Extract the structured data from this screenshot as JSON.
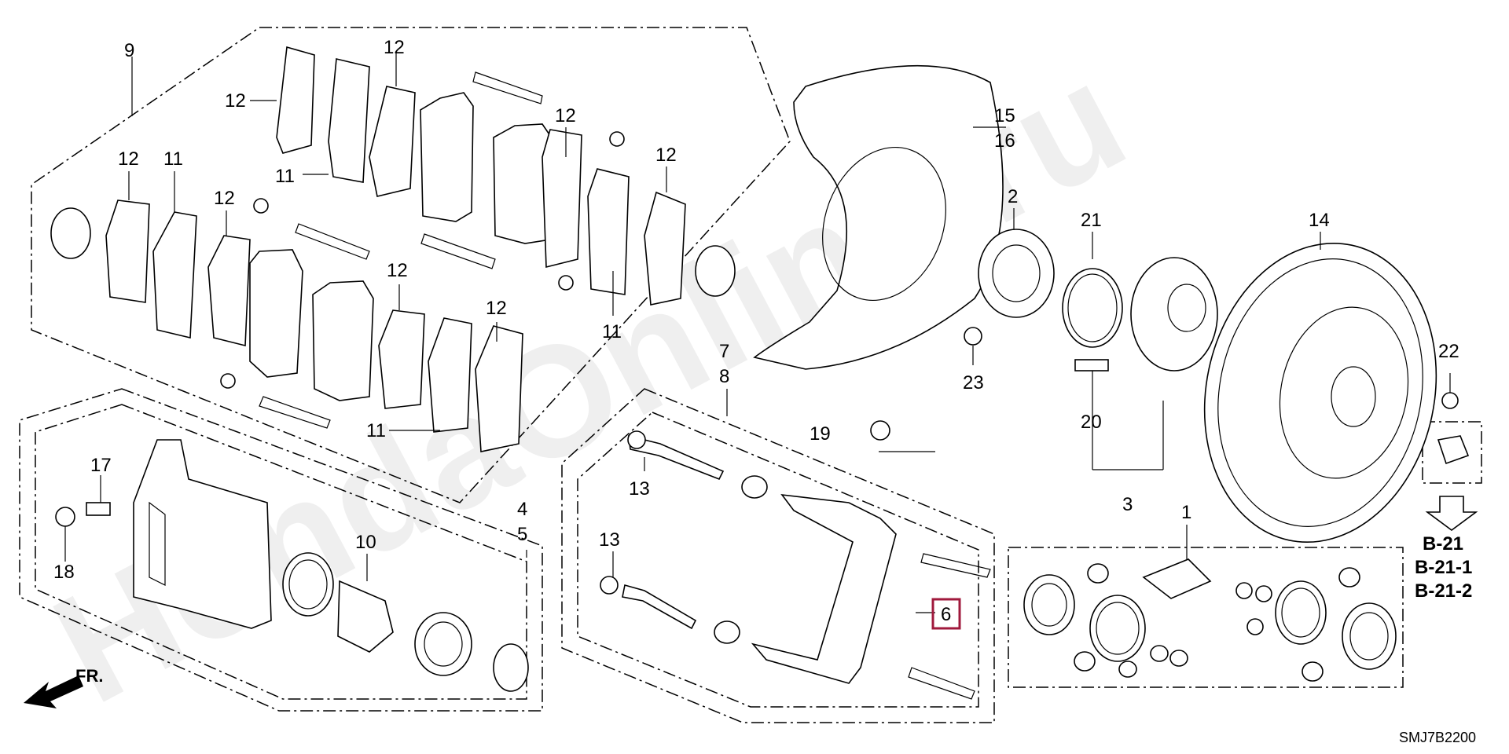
{
  "diagram": {
    "watermark": "HondaOnline.ru",
    "callouts": {
      "c1": "1",
      "c2": "2",
      "c3": "3",
      "c4": "4",
      "c5": "5",
      "c6": "6",
      "c7": "7",
      "c8": "8",
      "c9": "9",
      "c10": "10",
      "c11": "11",
      "c12": "12",
      "c13": "13",
      "c14": "14",
      "c15": "15",
      "c16": "16",
      "c17": "17",
      "c18": "18",
      "c19": "19",
      "c20": "20",
      "c21": "21",
      "c22": "22",
      "c23": "23"
    },
    "highlighted_callout": "6",
    "highlight_color": "#a0193c",
    "references": [
      "B-21",
      "B-21-1",
      "B-21-2"
    ],
    "direction_label": "FR.",
    "diagram_code": "SMJ7B2200"
  }
}
